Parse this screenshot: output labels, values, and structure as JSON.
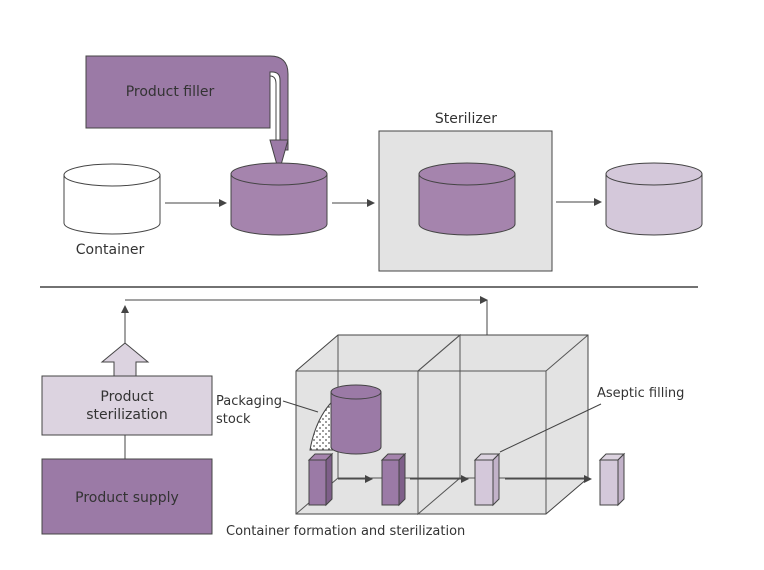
{
  "labels": {
    "product_filler": "Product filler",
    "sterilizer": "Sterilizer",
    "container": "Container",
    "product_sterilization_line1": "Product",
    "product_sterilization_line2": "sterilization",
    "packaging_stock_line1": "Packaging",
    "packaging_stock_line2": "stock",
    "aseptic_filling": "Aseptic filling",
    "product_supply": "Product supply",
    "container_formation": "Container formation and sterilization"
  },
  "colors": {
    "purple_dark": "#9b7aa6",
    "purple_mid": "#a584ad",
    "purple_light": "#d4c8da",
    "purple_pale": "#dcd3e0",
    "box_gray": "#e3e3e3",
    "line": "#444444"
  }
}
